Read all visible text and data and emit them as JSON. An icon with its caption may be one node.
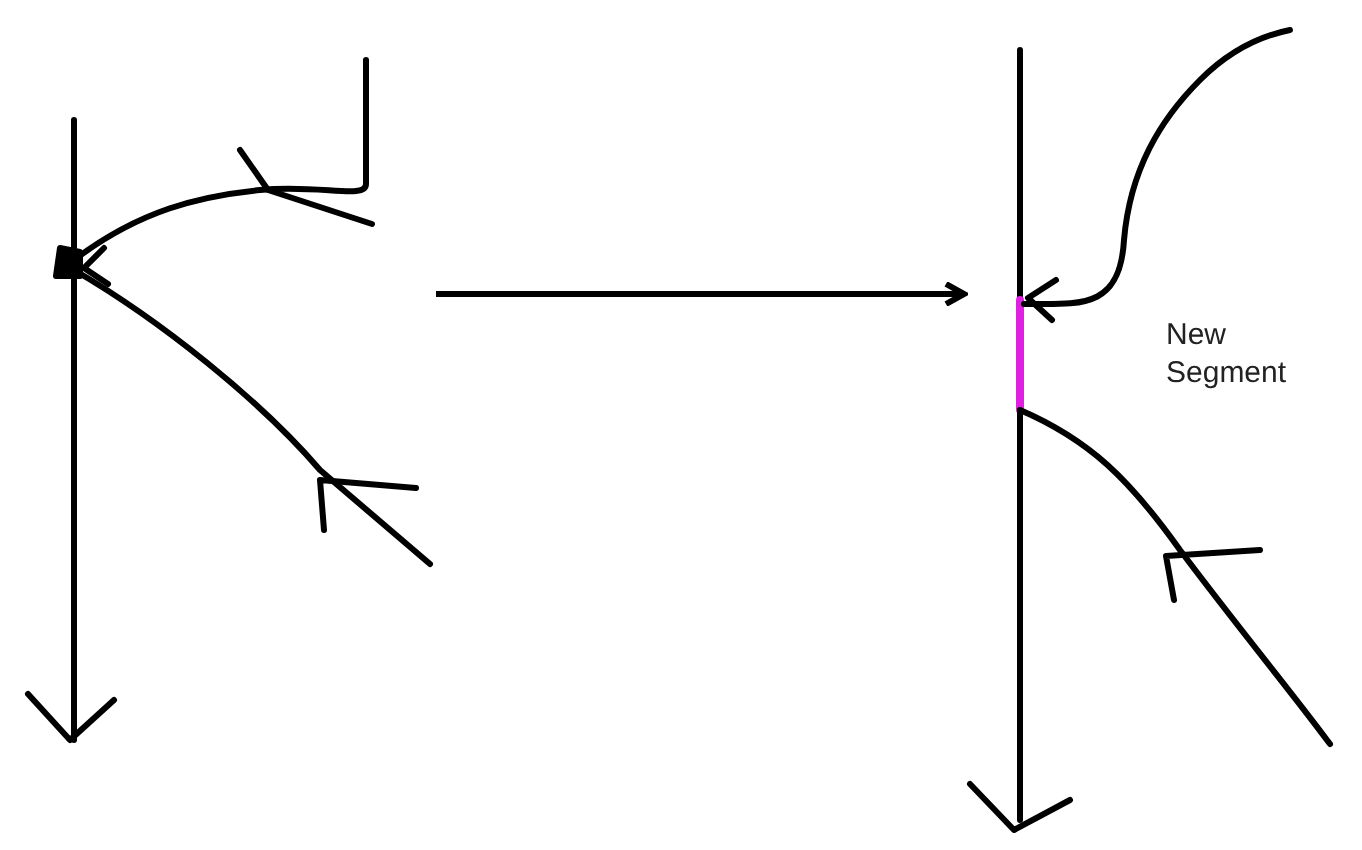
{
  "diagram": {
    "nodes": [
      {
        "text": [],
        "shape": "picture"
      },
      {
        "text": [],
        "shape": "picture"
      }
    ],
    "edges": [
      {
        "from": 0,
        "to": 1,
        "arrow": "to"
      }
    ],
    "labels": [
      "New Segment"
    ]
  }
}
